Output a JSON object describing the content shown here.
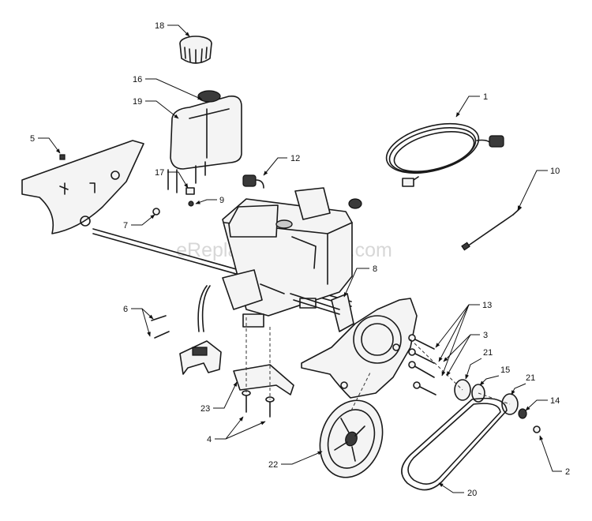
{
  "watermark": "eReplacementParts.com",
  "callouts": {
    "c1": "1",
    "c2": "2",
    "c3": "3",
    "c4": "4",
    "c5": "5",
    "c6": "6",
    "c7": "7",
    "c8": "8",
    "c9": "9",
    "c10": "10",
    "c12": "12",
    "c13": "13",
    "c14": "14",
    "c15": "15",
    "c16": "16",
    "c17": "17",
    "c18": "18",
    "c19": "19",
    "c20": "20",
    "c21a": "21",
    "c21b": "21",
    "c22": "22",
    "c23": "23"
  }
}
